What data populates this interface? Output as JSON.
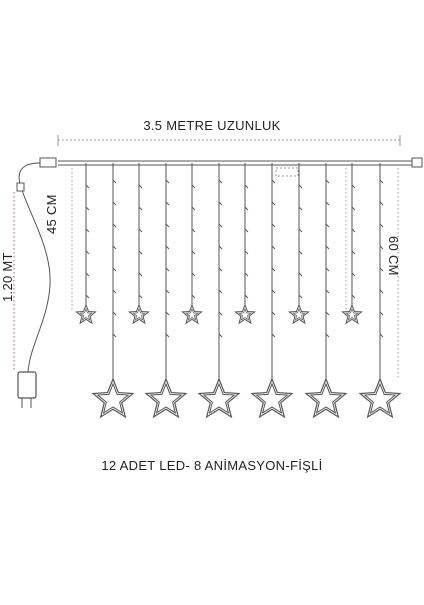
{
  "diagram": {
    "length_label": "3.5 METRE UZUNLUK",
    "short_drop_label": "45 CM",
    "long_drop_label": "60 CM",
    "cable_label": "1.20 MT",
    "caption": "12 ADET LED- 8 ANİMASYON-FİŞLİ"
  },
  "colors": {
    "line": "#555555",
    "dim_line": "#9a9a9a",
    "text": "#222222"
  },
  "icons": {
    "small_star": "star-outline-icon",
    "large_star": "double-star-outline-icon",
    "plug": "plug-icon",
    "connector": "connector-icon"
  }
}
